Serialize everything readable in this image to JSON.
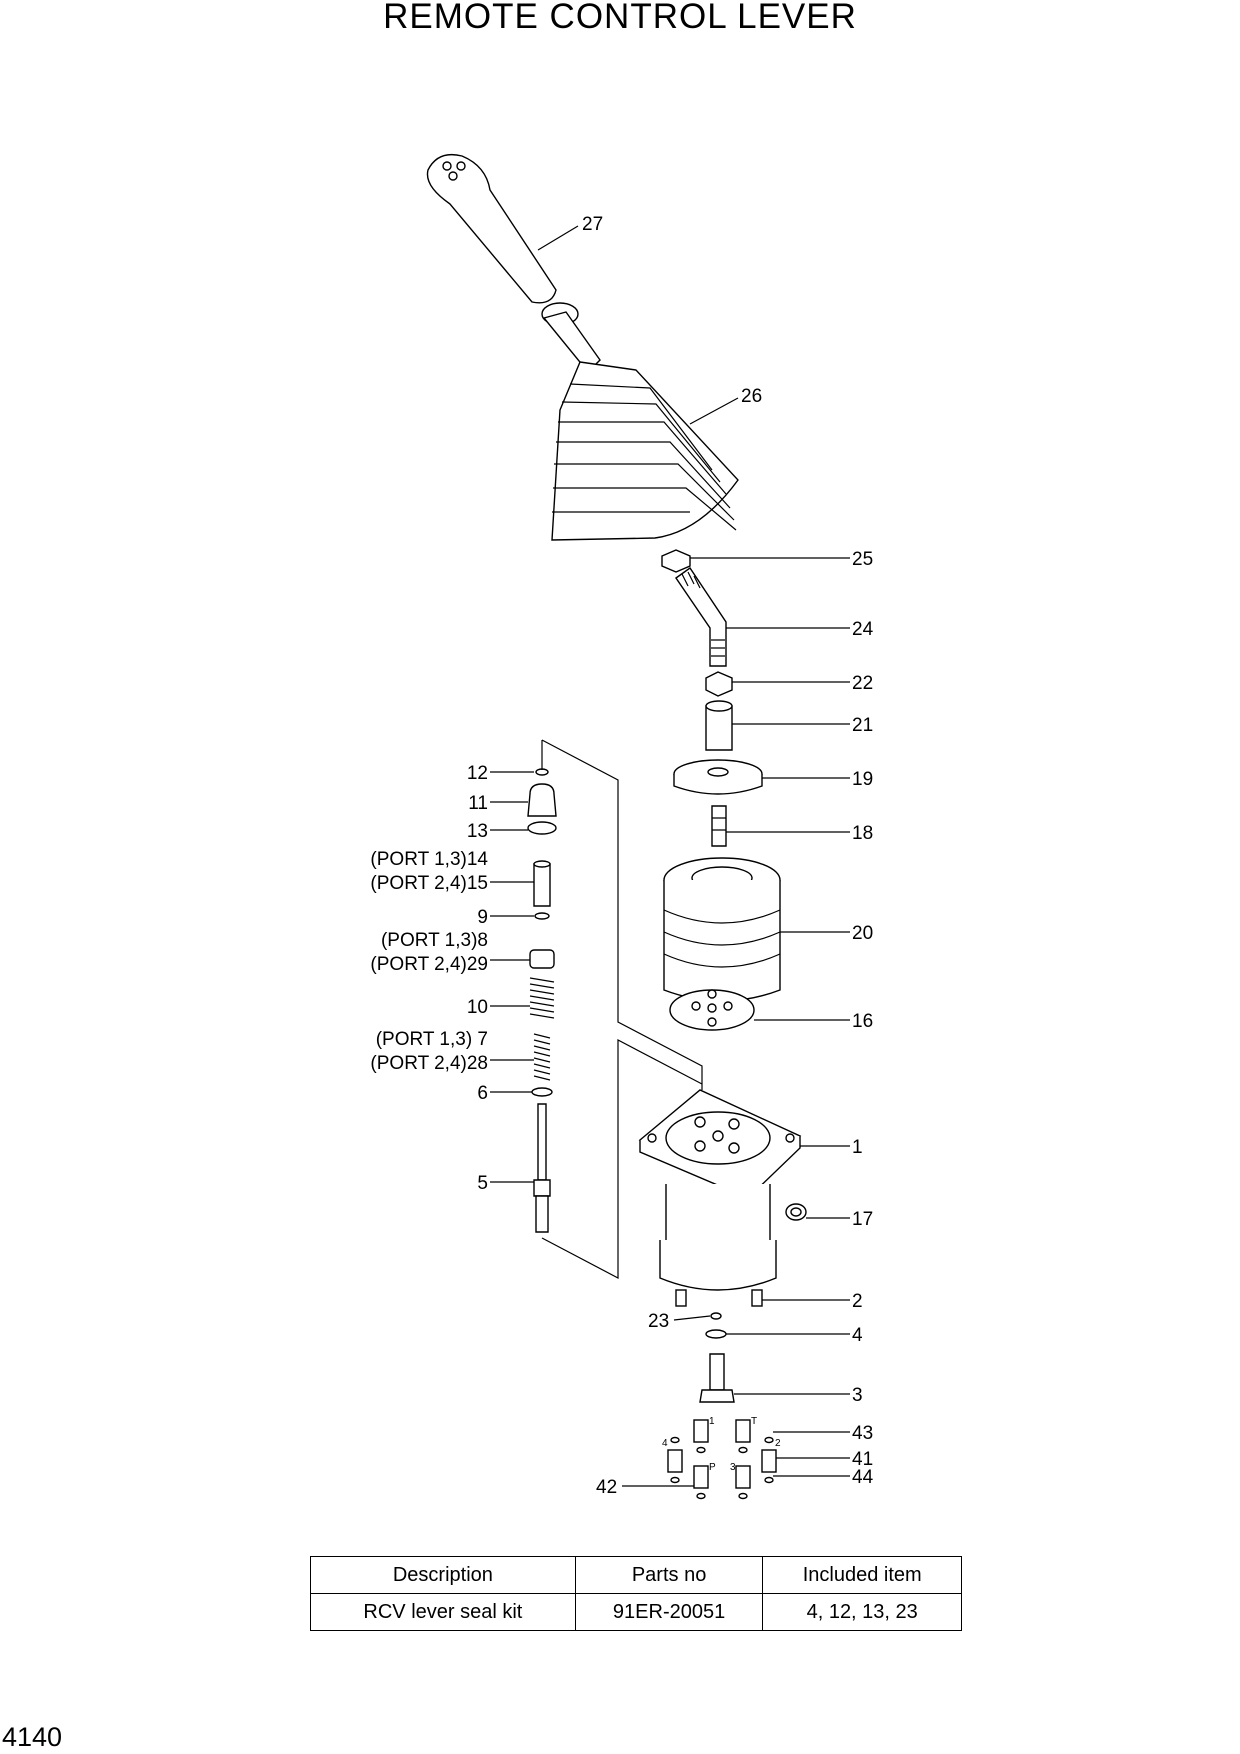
{
  "title": "REMOTE CONTROL LEVER",
  "page_number": "4140",
  "callouts": [
    {
      "num": "27"
    },
    {
      "num": "26"
    },
    {
      "num": "25"
    },
    {
      "num": "24"
    },
    {
      "num": "22"
    },
    {
      "num": "21"
    },
    {
      "num": "19"
    },
    {
      "num": "18"
    },
    {
      "num": "20"
    },
    {
      "num": "16"
    },
    {
      "num": "1"
    },
    {
      "num": "17"
    },
    {
      "num": "2"
    },
    {
      "num": "4"
    },
    {
      "num": "3"
    },
    {
      "num": "43"
    },
    {
      "num": "41"
    },
    {
      "num": "44"
    },
    {
      "num": "42"
    },
    {
      "num": "23"
    },
    {
      "num": "12"
    },
    {
      "num": "11"
    },
    {
      "num": "13"
    },
    {
      "text": "(PORT 1,3)14"
    },
    {
      "text": "(PORT 2,4)15"
    },
    {
      "num": "9"
    },
    {
      "text": "(PORT 1,3)8"
    },
    {
      "text": "(PORT 2,4)29"
    },
    {
      "num": "10"
    },
    {
      "text": "(PORT 1,3) 7"
    },
    {
      "text": "(PORT 2,4)28"
    },
    {
      "num": "6"
    },
    {
      "num": "5"
    }
  ],
  "port_marks": {
    "p1": "1",
    "pT": "T",
    "p4": "4",
    "p2": "2",
    "pP": "P",
    "p3": "3"
  },
  "kit_table": {
    "headers": [
      "Description",
      "Parts no",
      "Included item"
    ],
    "rows": [
      [
        "RCV lever seal kit",
        "91ER-20051",
        "4, 12, 13, 23"
      ]
    ]
  }
}
